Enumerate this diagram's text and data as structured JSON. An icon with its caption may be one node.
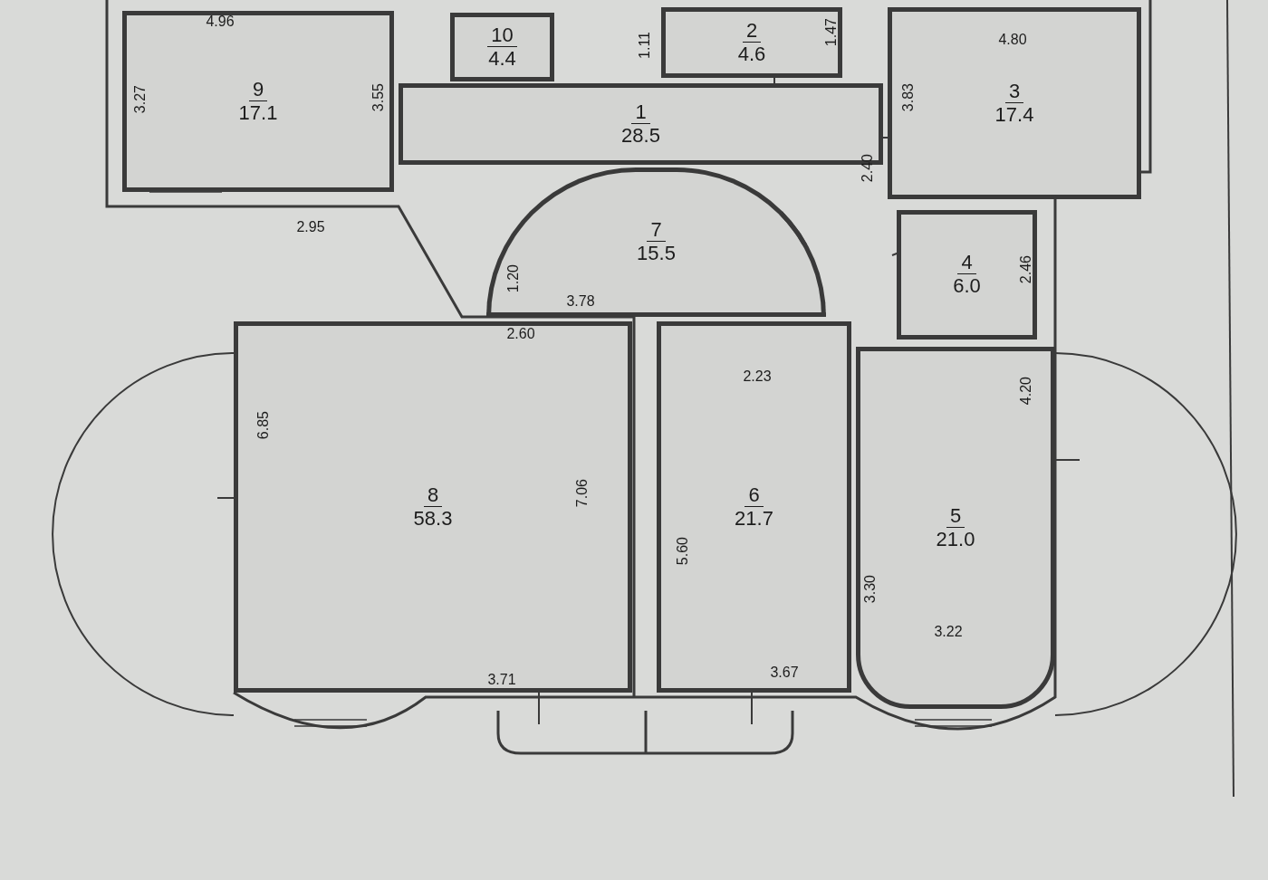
{
  "diagram": {
    "nodes": [
      {
        "text": [
          "9",
          "17.1"
        ]
      },
      {
        "text": [
          "10",
          "4.4"
        ]
      },
      {
        "text": [
          "1",
          "28.5"
        ]
      },
      {
        "text": [
          "2",
          "4.6"
        ]
      },
      {
        "text": [
          "3",
          "17.4"
        ]
      },
      {
        "text": [
          "7",
          "15.5"
        ]
      },
      {
        "text": [
          "4",
          "6.0"
        ]
      },
      {
        "text": [
          "8",
          "58.3"
        ]
      },
      {
        "text": [
          "6",
          "21.7"
        ]
      },
      {
        "text": [
          "5",
          "21.0"
        ]
      }
    ],
    "labels": [
      "4.96",
      "1.11",
      "1.47",
      "4.80",
      "3.27",
      "3.55",
      "3.83",
      "2.40",
      "2.95",
      "1.20",
      "3.78",
      "2.46",
      "2.60",
      "2.23",
      "4.20",
      "6.85",
      "7.06",
      "5.60",
      "3.30",
      "3.22",
      "3.71",
      "3.67"
    ]
  }
}
